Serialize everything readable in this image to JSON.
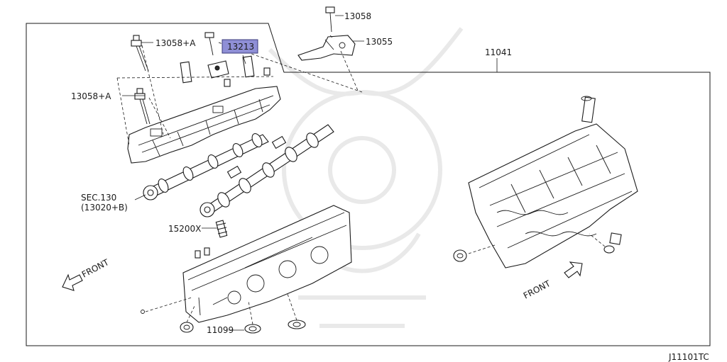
{
  "diagram": {
    "labels": {
      "bolt_top": "13058",
      "bracket": "13055",
      "head_assembly": "11041",
      "bolt_a_top": "13058+A",
      "bolt_a_left": "13058+A",
      "highlighted_part": "13213",
      "sec_ref_line1": "SEC.130",
      "sec_ref_line2": "(13020+B)",
      "plug": "15200X",
      "seal": "11099",
      "front_left": "FRONT",
      "front_right": "FRONT"
    },
    "diagram_code": "J11101TC",
    "colors": {
      "highlight": "#8f8fd6",
      "line": "#1a1a1a",
      "watermark": "#e9e9e9"
    }
  }
}
